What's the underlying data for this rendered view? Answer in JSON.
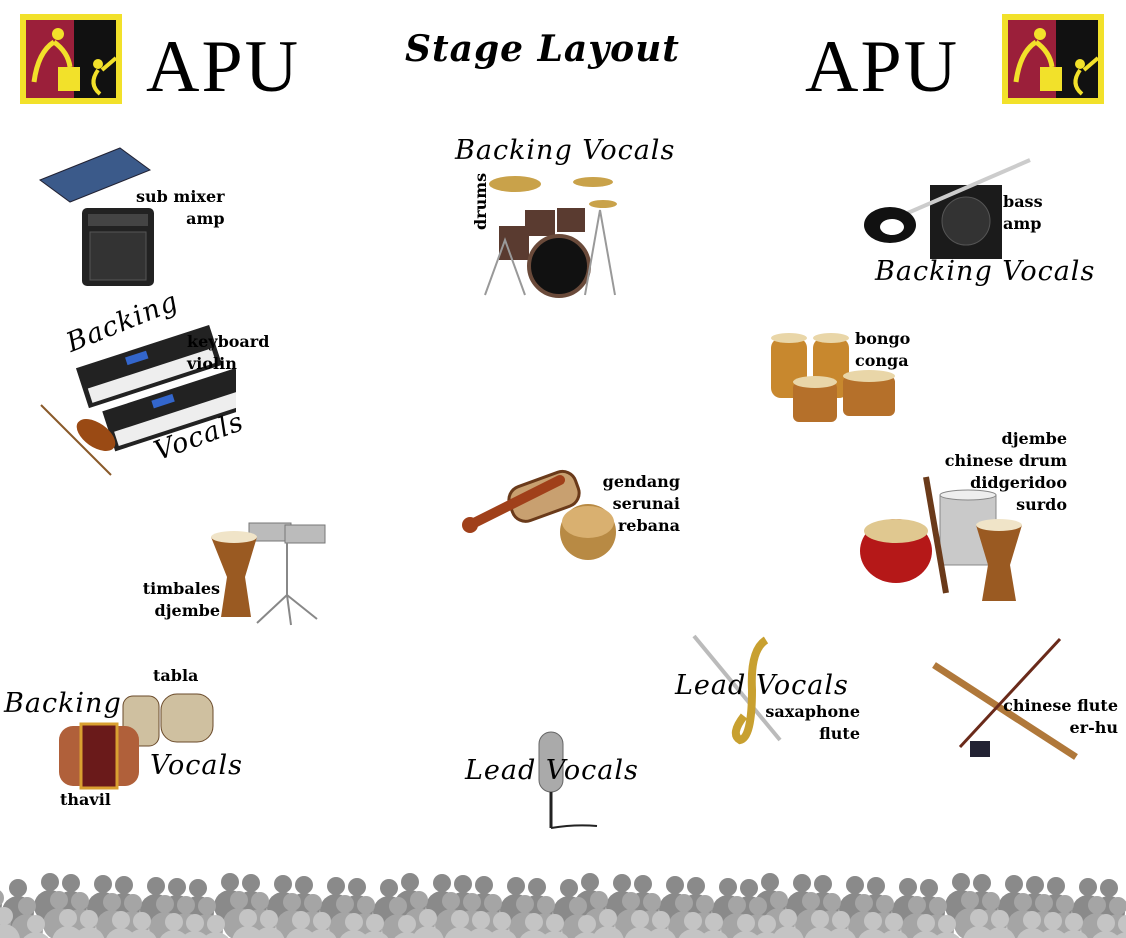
{
  "header": {
    "logo_text_left": "APU",
    "logo_text_right": "APU",
    "title": "Stage Layout"
  },
  "stations": {
    "mixer": {
      "label": "sub mixer\namp"
    },
    "drums": {
      "vocals": "Backing Vocals",
      "label": "drums"
    },
    "bass": {
      "label": "bass\namp",
      "vocals": "Backing Vocals"
    },
    "keyboard": {
      "label": "keyboard\nviolin",
      "vocals_1": "Backing",
      "vocals_2": "Vocals"
    },
    "bongo": {
      "label": "bongo\nconga"
    },
    "world_drums": {
      "label": "djembe\nchinese drum\ndidgeridoo\nsurdo"
    },
    "gendang": {
      "label": "gendang\nserunai\nrebana"
    },
    "timbales": {
      "label": "timbales\ndjembe"
    },
    "tabla": {
      "label_tabla": "tabla",
      "vocals_1": "Backing",
      "vocals_2": "Vocals",
      "label_thavil": "thavil"
    },
    "sax": {
      "vocals": "Lead Vocals",
      "label": "saxaphone\nflute"
    },
    "chinese": {
      "label": "chinese flute\ner-hu"
    },
    "lead_mic": {
      "vocals": "Lead Vocals"
    }
  },
  "colors": {
    "logo_red": "#9b1f3a",
    "logo_black": "#111111",
    "logo_yellow": "#f2e12a",
    "crowd": "#9a9a9a"
  }
}
